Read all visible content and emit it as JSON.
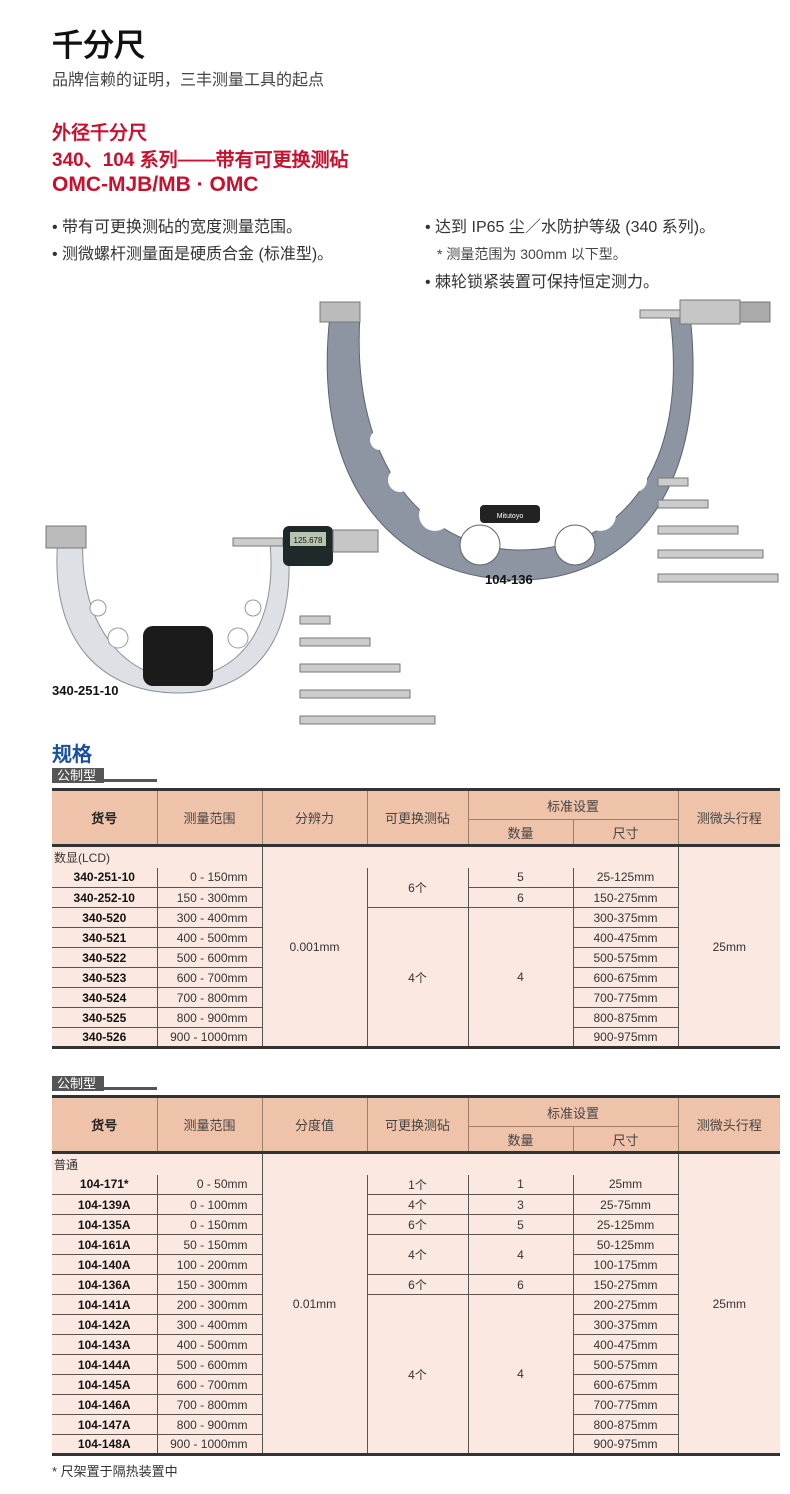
{
  "header": {
    "title": "千分尺",
    "subtitle": "品牌信赖的证明，三丰测量工具的起点"
  },
  "product": {
    "title_lines": [
      "外径千分尺",
      "340、104 系列——带有可更换测砧",
      "OMC-MJB/MB · OMC"
    ],
    "features_left": [
      "带有可更换测砧的宽度测量范围。",
      "测微螺杆测量面是硬质合金 (标准型)。"
    ],
    "features_right": [
      "达到 IP65 尘／水防护等级 (340 系列)。",
      "棘轮锁紧装置可保持恒定测力。"
    ],
    "feature_note": "* 测量范围为 300mm 以下型。",
    "image_labels": {
      "large": "104-136",
      "small": "340-251-10",
      "lcd": "125.678",
      "brand": "Mitutoyo"
    }
  },
  "spec_heading": "规格",
  "tables": [
    {
      "tag": "公制型",
      "headers": {
        "model": "货号",
        "range": "测量范围",
        "resolution": "分辨力",
        "anvils": "可更换测砧",
        "standard": "标准设置",
        "qty": "数量",
        "size": "尺寸",
        "stroke": "测微头行程"
      },
      "category": "数显(LCD)",
      "models": [
        "340-251-10",
        "340-252-10",
        "340-520",
        "340-521",
        "340-522",
        "340-523",
        "340-524",
        "340-525",
        "340-526"
      ],
      "ranges": [
        "0 - 150mm",
        "150 - 300mm",
        "300 - 400mm",
        "400 - 500mm",
        "500 - 600mm",
        "600 - 700mm",
        "700 - 800mm",
        "800 - 900mm",
        "900 - 1000mm"
      ],
      "resolution": "0.001mm",
      "anvils": [
        {
          "text": "6个",
          "rows": 2
        },
        {
          "text": "4个",
          "rows": 7
        }
      ],
      "qty": [
        {
          "text": "5",
          "rows": 1
        },
        {
          "text": "6",
          "rows": 1
        },
        {
          "text": "4",
          "rows": 7
        }
      ],
      "sizes": [
        "25-125mm",
        "150-275mm",
        "300-375mm",
        "400-475mm",
        "500-575mm",
        "600-675mm",
        "700-775mm",
        "800-875mm",
        "900-975mm"
      ],
      "stroke": "25mm"
    },
    {
      "tag": "公制型",
      "headers": {
        "model": "货号",
        "range": "测量范围",
        "resolution": "分度值",
        "anvils": "可更换测砧",
        "standard": "标准设置",
        "qty": "数量",
        "size": "尺寸",
        "stroke": "测微头行程"
      },
      "category": "普通",
      "models": [
        "104-171*",
        "104-139A",
        "104-135A",
        "104-161A",
        "104-140A",
        "104-136A",
        "104-141A",
        "104-142A",
        "104-143A",
        "104-144A",
        "104-145A",
        "104-146A",
        "104-147A",
        "104-148A"
      ],
      "ranges": [
        "0 - 50mm",
        "0 - 100mm",
        "0 - 150mm",
        "50 - 150mm",
        "100 - 200mm",
        "150 - 300mm",
        "200 - 300mm",
        "300 - 400mm",
        "400 - 500mm",
        "500 - 600mm",
        "600 - 700mm",
        "700 - 800mm",
        "800 - 900mm",
        "900 - 1000mm"
      ],
      "resolution": "0.01mm",
      "anvils": [
        {
          "text": "1个",
          "rows": 1
        },
        {
          "text": "4个",
          "rows": 1
        },
        {
          "text": "6个",
          "rows": 1
        },
        {
          "text": "4个",
          "rows": 2
        },
        {
          "text": "6个",
          "rows": 1
        },
        {
          "text": "4个",
          "rows": 8
        }
      ],
      "qty": [
        {
          "text": "1",
          "rows": 1
        },
        {
          "text": "3",
          "rows": 1
        },
        {
          "text": "5",
          "rows": 1
        },
        {
          "text": "4",
          "rows": 2
        },
        {
          "text": "6",
          "rows": 1
        },
        {
          "text": "4",
          "rows": 8
        }
      ],
      "sizes": [
        "25mm",
        "25-75mm",
        "25-125mm",
        "50-125mm",
        "100-175mm",
        "150-275mm",
        "200-275mm",
        "300-375mm",
        "400-475mm",
        "500-575mm",
        "600-675mm",
        "700-775mm",
        "800-875mm",
        "900-975mm"
      ],
      "stroke": "25mm"
    }
  ],
  "footnote": "* 尺架置于隔热装置中",
  "colors": {
    "accent": "#c8102e",
    "heading_blue": "#1a4f9c",
    "table_header": "#efc3aa",
    "table_body": "#fbe9e1"
  }
}
